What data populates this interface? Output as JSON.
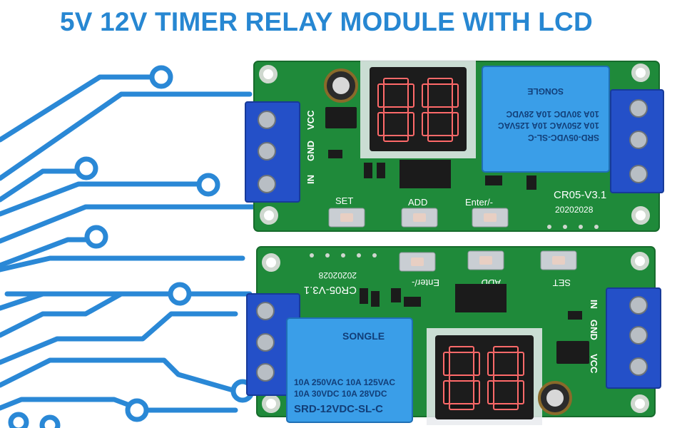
{
  "title": "5V 12V TIMER RELAY MODULE WITH LCD",
  "colors": {
    "title": "#2787d2",
    "circuit_lines": "#2a88d6",
    "pcb": "#1f8a3a",
    "relay": "#3a9ee8",
    "terminal": "#2450c8"
  },
  "top_board": {
    "pins": {
      "in": "IN",
      "gnd": "GND",
      "vcc": "VCC"
    },
    "buttons": {
      "set": "SET",
      "add": "ADD",
      "enter": "Enter/-"
    },
    "model": "CR05-V3.1",
    "date": "20202028",
    "relay_lines": [
      "SRD-05VDC-SL-C",
      "10A 250VAC  10A 125VAC",
      "10A 30VDC  10A 28VDC",
      "SONGLE"
    ],
    "display_digits": "88"
  },
  "bottom_board": {
    "pins": {
      "in": "IN",
      "gnd": "GND",
      "vcc": "VCC"
    },
    "buttons": {
      "set": "SET",
      "add": "ADD",
      "enter": "Enter/-"
    },
    "model": "CR05-V3.1",
    "date": "20202028",
    "relay": {
      "brand": "SONGLE",
      "line1": "10A 250VAC  10A 125VAC",
      "line2": "10A 30VDC   10A 28VDC",
      "model": "SRD-12VDC-SL-C"
    },
    "display_digits": "88"
  }
}
